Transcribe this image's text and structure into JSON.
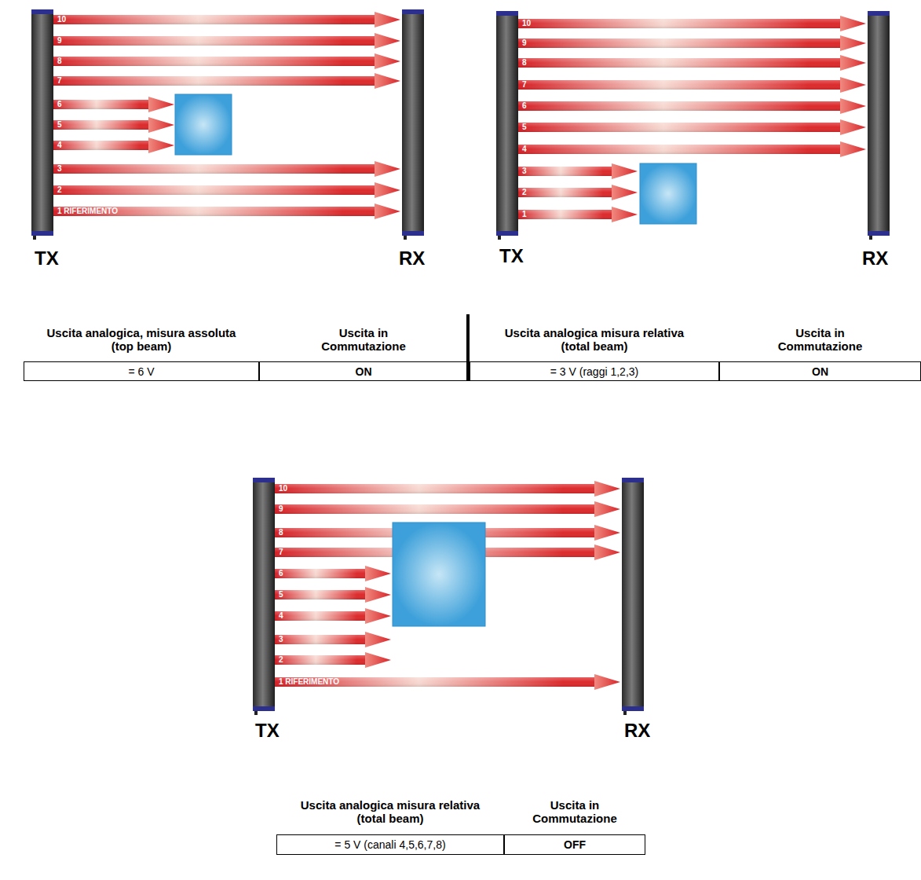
{
  "diagram": {
    "labels": [
      "10",
      "9",
      "8",
      "7",
      "6",
      "5",
      "4",
      "3",
      "2",
      "1 RIFERIMENTO",
      "TX",
      "RX",
      "10",
      "9",
      "8",
      "7",
      "6",
      "5",
      "4",
      "3",
      "2",
      "1",
      "TX",
      "RX",
      "Uscita analogica, misura assoluta (top beam)",
      "Uscita in Commutazione",
      "Uscita analogica misura relativa (total beam)",
      "Uscita in Commutazione",
      "= 6 V",
      "ON",
      "= 3 V (raggi 1,2,3)",
      "ON",
      "10",
      "9",
      "8",
      "7",
      "6",
      "5",
      "4",
      "3",
      "2",
      "1 RIFERIMENTO",
      "TX",
      "RX",
      "Uscita analogica misura relativa (total beam)",
      "Uscita in Commutazione",
      "= 5 V (canali 4,5,6,7,8)",
      "OFF"
    ]
  }
}
